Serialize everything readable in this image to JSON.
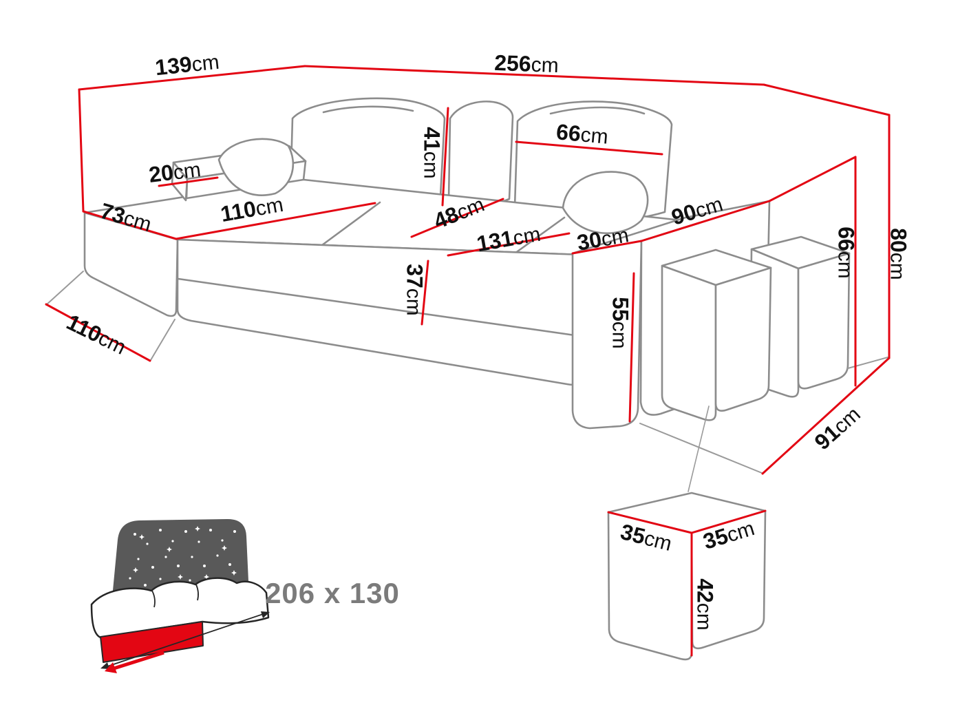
{
  "colors": {
    "dimension_line_red": "#e30613",
    "sofa_outline_gray": "#8c8c8c",
    "label_text": "#101010",
    "sleeping_label_text": "#7b7b7b",
    "headboard_fill": "#595959"
  },
  "dims": {
    "back_left_width": {
      "value": "139",
      "unit": "cm"
    },
    "back_right_width": {
      "value": "256",
      "unit": "cm"
    },
    "left_armrest_height": {
      "value": "20",
      "unit": "cm"
    },
    "chaise_front_width": {
      "value": "73",
      "unit": "cm"
    },
    "chaise_seat_length": {
      "value": "110",
      "unit": "cm"
    },
    "floor_depth_left": {
      "value": "110",
      "unit": "cm"
    },
    "back_cushion_height": {
      "value": "41",
      "unit": "cm"
    },
    "back_cushion_width": {
      "value": "66",
      "unit": "cm"
    },
    "seat_depth": {
      "value": "48",
      "unit": "cm"
    },
    "seat_width": {
      "value": "131",
      "unit": "cm"
    },
    "armrest_top_width": {
      "value": "30",
      "unit": "cm"
    },
    "armrest_depth": {
      "value": "90",
      "unit": "cm"
    },
    "seat_height": {
      "value": "37",
      "unit": "cm"
    },
    "armrest_height": {
      "value": "55",
      "unit": "cm"
    },
    "arm_side_height": {
      "value": "66",
      "unit": "cm"
    },
    "total_height": {
      "value": "80",
      "unit": "cm"
    },
    "floor_depth_right": {
      "value": "91",
      "unit": "cm"
    },
    "pouf_top_width": {
      "value": "35",
      "unit": "cm"
    },
    "pouf_top_depth": {
      "value": "35",
      "unit": "cm"
    },
    "pouf_height": {
      "value": "42",
      "unit": "cm"
    }
  },
  "sleeping_function": {
    "size_label": "206 x 130"
  }
}
